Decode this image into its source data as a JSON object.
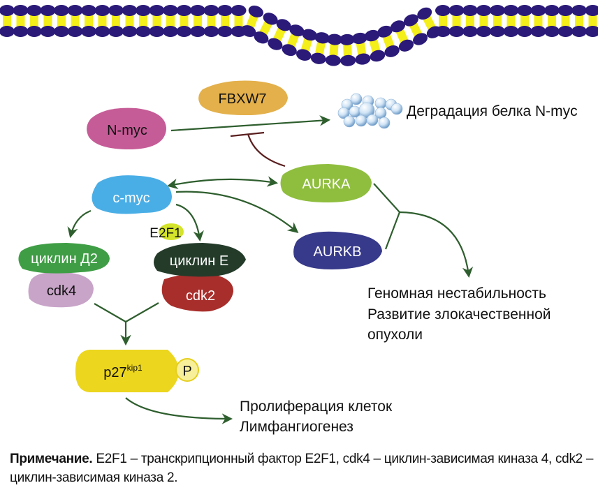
{
  "colors": {
    "membrane_head": "#2b1a78",
    "membrane_tail": "#f4ee1a",
    "arrow": "#2e5e2e",
    "inhibit": "#5a1f1f",
    "text_dark": "#111111",
    "text_light": "#ffffff"
  },
  "nodes": {
    "nmyc": {
      "label": "N-myc",
      "color": "#c65c97",
      "text_color": "#111111"
    },
    "fbxw7": {
      "label": "FBXW7",
      "color": "#e3b04b",
      "text_color": "#111111"
    },
    "cmyc": {
      "label": "c-myc",
      "color": "#4aaee6",
      "text_color": "#ffffff"
    },
    "aurka": {
      "label": "AURKA",
      "color": "#8fbe3e",
      "text_color": "#ffffff"
    },
    "aurkb": {
      "label": "AURKB",
      "color": "#37398a",
      "text_color": "#ffffff"
    },
    "cyclind2": {
      "label": "циклин Д2",
      "color": "#3f9e45",
      "text_color": "#ffffff"
    },
    "cdk4": {
      "label": "cdk4",
      "color": "#c8a4c8",
      "text_color": "#111111"
    },
    "cycline": {
      "label": "циклин Е",
      "color": "#243b2a",
      "text_color": "#ffffff"
    },
    "cdk2": {
      "label": "cdk2",
      "color": "#a82e2b",
      "text_color": "#ffffff"
    },
    "e2f1": {
      "label": "E2F1",
      "color": "#d4e42a",
      "text_color": "#111111"
    },
    "p27": {
      "label": "p27",
      "superscript": "kip1",
      "color": "#ecd61e",
      "text_color": "#111111"
    },
    "phospho": {
      "label": "P",
      "color": "#f7ef9a",
      "border": "#e6cf1e",
      "text_color": "#111111"
    }
  },
  "outcomes": {
    "degradation": "Деградация белка N-myc",
    "genomic": [
      "Геномная нестабильность",
      "Развитие злокачественной",
      "опухоли"
    ],
    "proliferation": [
      "Пролиферация клеток",
      "Лимфангиогенез"
    ]
  },
  "edges": [
    {
      "from": "nmyc",
      "to": "degradation",
      "type": "activation"
    },
    {
      "from": "aurka",
      "to": "nmyc-degradation",
      "type": "inhibition"
    },
    {
      "from": "cmyc",
      "to": "aurka",
      "type": "bidirectional"
    },
    {
      "from": "cmyc",
      "to": "aurkb",
      "type": "activation"
    },
    {
      "from": "cmyc",
      "to": "cyclind2",
      "type": "activation"
    },
    {
      "from": "cmyc",
      "to": "cycline",
      "type": "activation",
      "via": "E2F1"
    },
    {
      "from": [
        "cdk4",
        "cdk2"
      ],
      "to": "p27",
      "type": "activation"
    },
    {
      "from": [
        "aurka",
        "aurkb"
      ],
      "to": "genomic",
      "type": "activation"
    },
    {
      "from": "p27",
      "to": "proliferation",
      "type": "activation"
    }
  ],
  "note": {
    "bold": "Примечание.",
    "text": " E2F1 – транскрипционный фактор E2F1, cdk4 – циклин-зависимая киназа 4, cdk2 – циклин-зависимая киназа 2."
  }
}
